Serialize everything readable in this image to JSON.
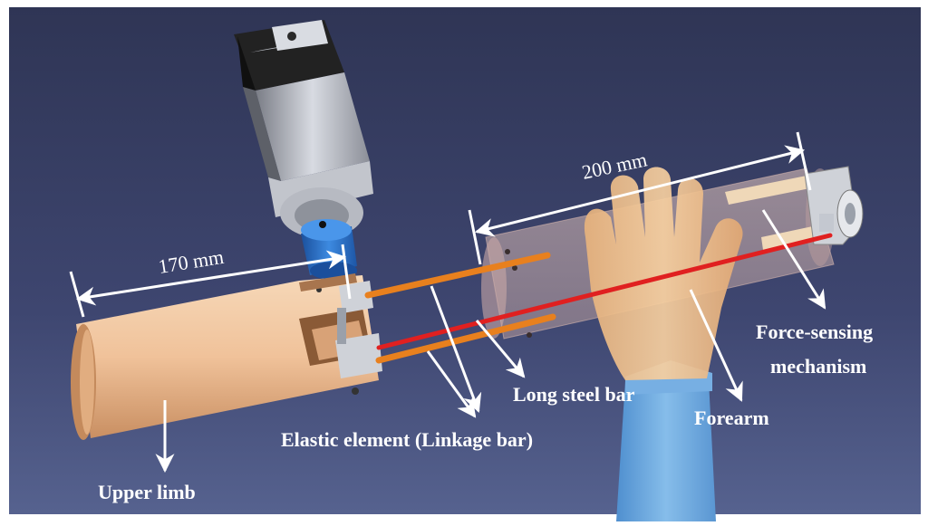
{
  "dimensions": {
    "upper_limb_length": "170 mm",
    "forearm_length": "200 mm"
  },
  "labels": {
    "upper_limb": "Upper limb",
    "elastic_element": "Elastic element (Linkage bar)",
    "long_steel_bar": "Long steel bar",
    "forearm": "Forearm",
    "force_sensing_line1": "Force-sensing",
    "force_sensing_line2": "mechanism"
  },
  "colors": {
    "background_top": "#33395c",
    "background_bottom": "#4e5b8a",
    "upper_limb_tube": "#f2c7a0",
    "steel_bar": "#e8801e",
    "elastic_element": "#e02020",
    "motor_coupling": "#2e72c8",
    "sleeve": "#6ea6dc",
    "annotation": "#ffffff"
  }
}
